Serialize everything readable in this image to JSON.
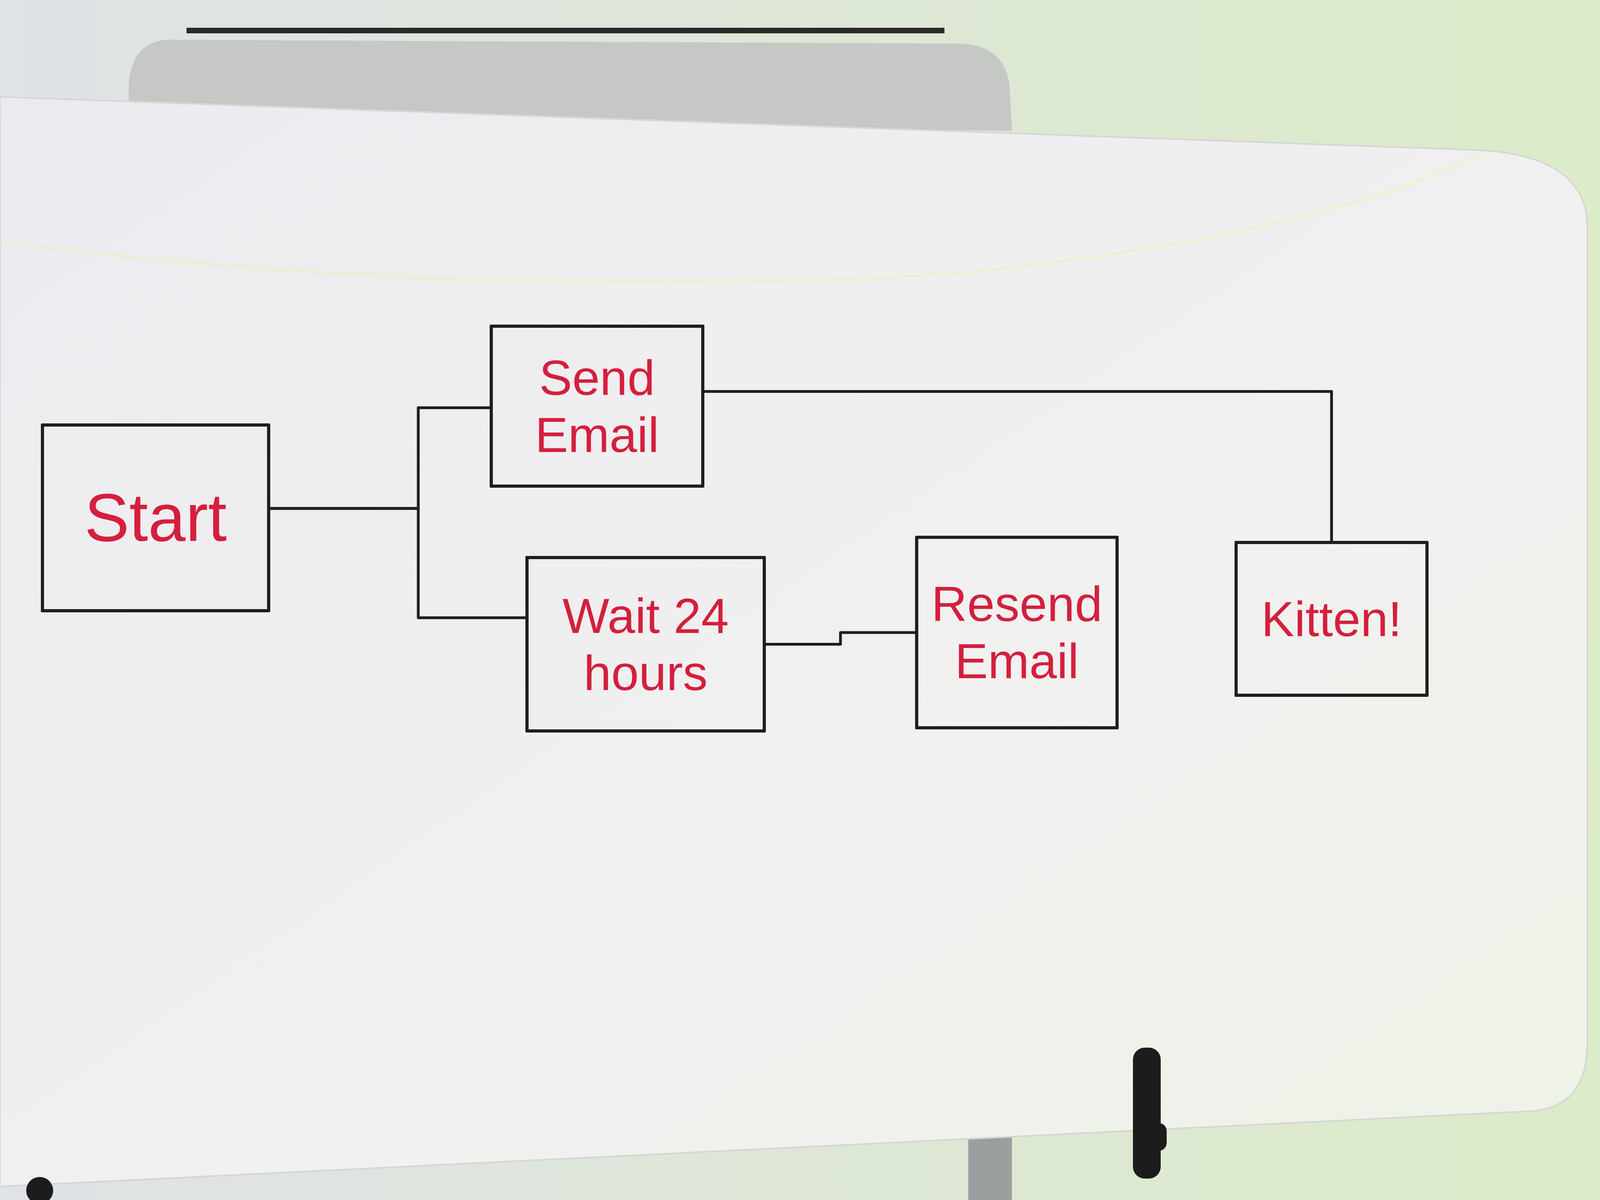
{
  "diagram": {
    "nodes": [
      {
        "text": [
          "Start"
        ]
      },
      {
        "text": [
          "Send Email"
        ]
      },
      {
        "text": [
          "Wait 24 hours"
        ]
      },
      {
        "text": [
          "Resend Email"
        ]
      },
      {
        "text": [
          "Kitten!"
        ]
      }
    ],
    "edges": [
      {
        "from": 0,
        "to": 1,
        "arrow": "none"
      },
      {
        "from": 0,
        "to": 2,
        "arrow": "none"
      },
      {
        "from": 2,
        "to": 3,
        "arrow": "none"
      },
      {
        "from": 1,
        "to": 4,
        "arrow": "none"
      }
    ]
  }
}
